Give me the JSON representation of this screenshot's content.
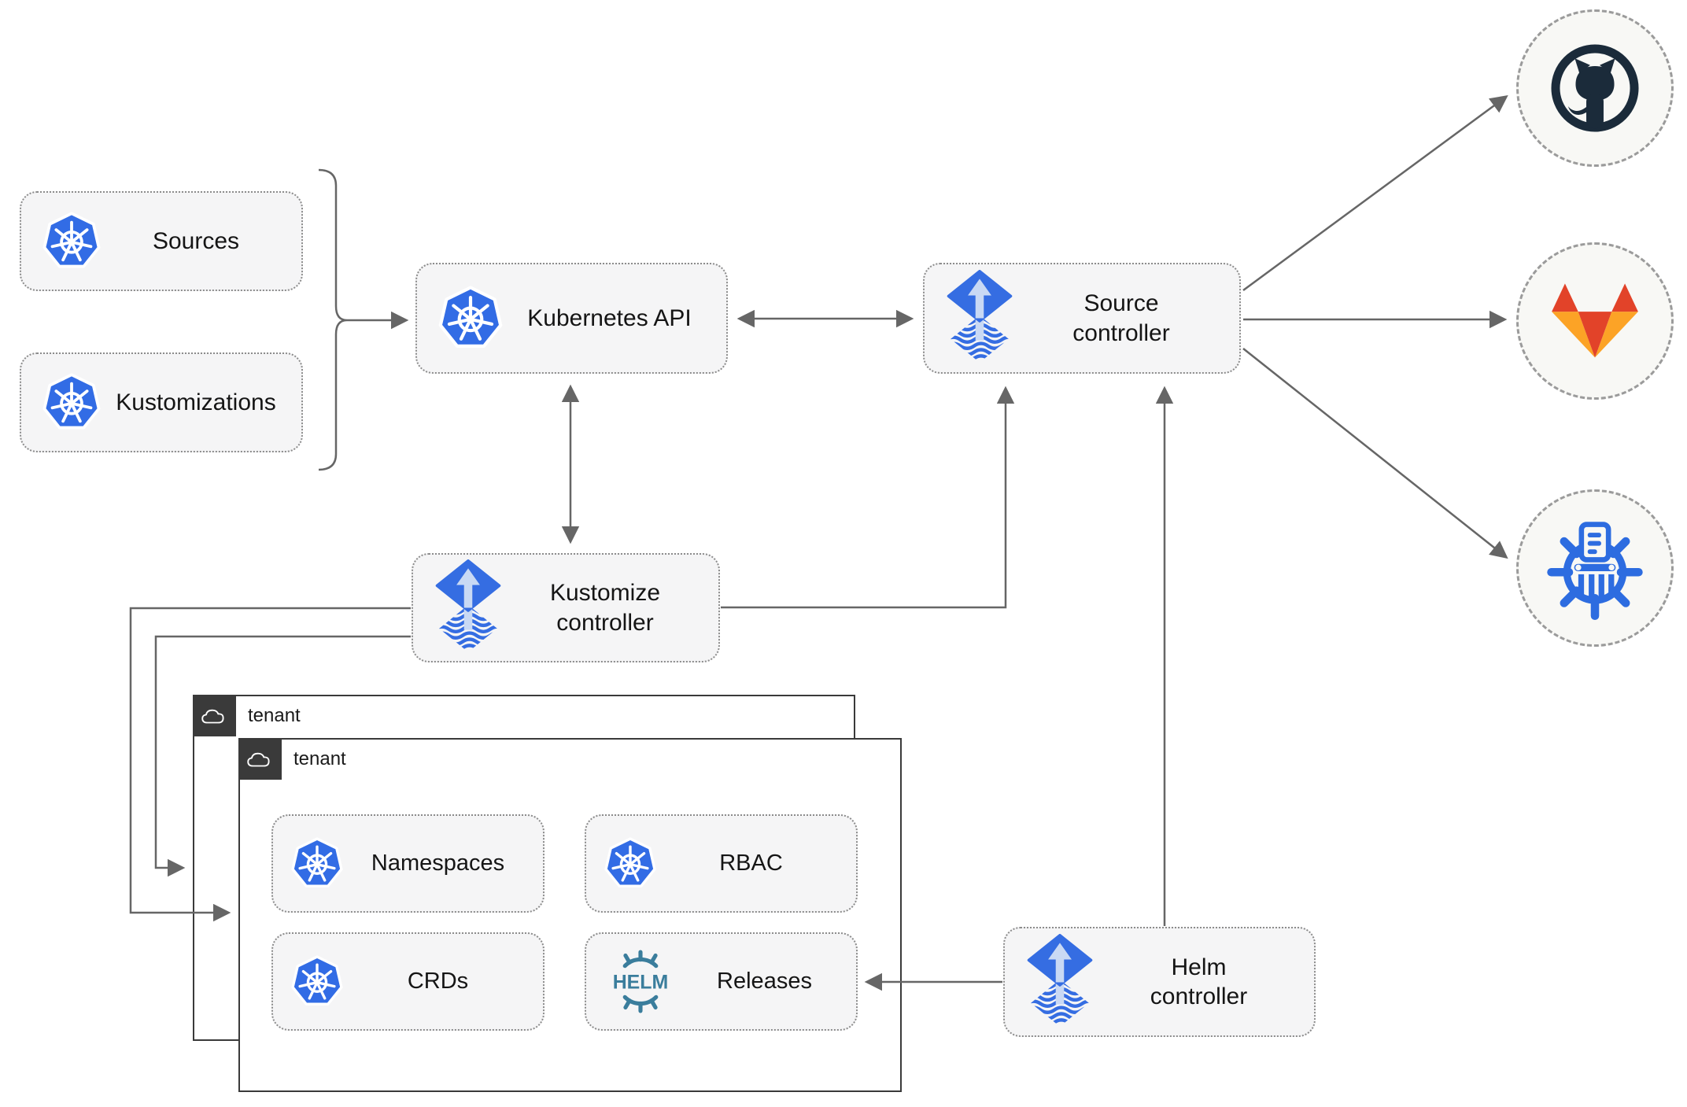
{
  "diagram": {
    "background": "#ffffff",
    "nodes": {
      "sources": {
        "label": "Sources"
      },
      "kustomizations": {
        "label": "Kustomizations"
      },
      "kubernetes_api": {
        "label": "Kubernetes API"
      },
      "source_controller": {
        "label": "Source controller"
      },
      "kustomize_controller": {
        "label": "Kustomize controller"
      },
      "helm_controller": {
        "label": "Helm controller"
      },
      "namespaces": {
        "label": "Namespaces"
      },
      "rbac": {
        "label": "RBAC"
      },
      "crds": {
        "label": "CRDs"
      },
      "releases": {
        "label": "Releases"
      }
    },
    "tenants": [
      {
        "label": "tenant"
      },
      {
        "label": "tenant"
      }
    ],
    "helm_logo": {
      "text": "HELM"
    },
    "external_targets": [
      "github",
      "gitlab",
      "chartmuseum"
    ],
    "icons": {
      "kubernetes": "kubernetes-wheel",
      "flux": "flux-diamond-arrow",
      "helm": "helm-wheel",
      "github": "github-octocat",
      "gitlab": "gitlab-tanuki",
      "chartmuseum": "chartmuseum-wheel-columns",
      "tenant": "cloud"
    },
    "colors": {
      "kubernetes_blue": "#326ce5",
      "flux_blue": "#356de2",
      "flux_arrow_light": "#c9d9f4",
      "helm_teal": "#3a7d9c",
      "chartmuseum_blue": "#2d6ce0",
      "github_navy": "#1b2b3a",
      "gitlab_red": "#e24329",
      "gitlab_orange": "#fc6d26",
      "gitlab_amber": "#fca326",
      "line_gray": "#666666",
      "tenant_dark": "#3a3a3a",
      "node_fill": "#f5f5f6",
      "node_border": "#8c8c8c"
    }
  }
}
